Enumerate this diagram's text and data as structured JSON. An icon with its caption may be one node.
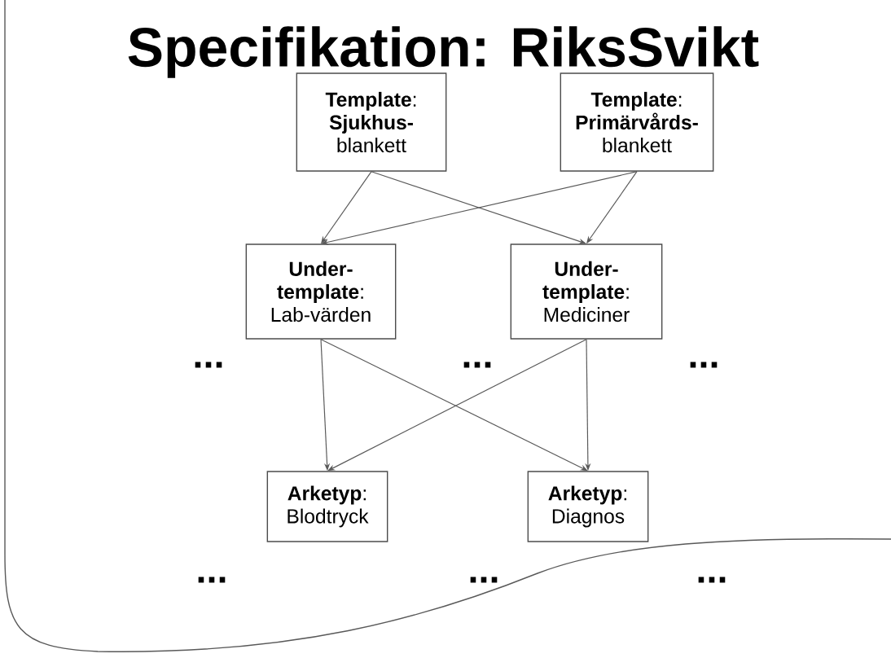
{
  "diagram": {
    "title": "Specifikation: RiksSvikt",
    "nodes": [
      {
        "text": [
          "**Template**:",
          "**Sjukhus-** blankett"
        ]
      },
      {
        "text": [
          "**Template**:",
          "**Primärvårds-** blankett"
        ]
      },
      {
        "text": [
          "**Under- template**:",
          "Lab-värden"
        ]
      },
      {
        "text": [
          "**Under- template**:",
          "Mediciner"
        ]
      },
      {
        "text": [
          "**Arketyp**:",
          "Blodtryck"
        ]
      },
      {
        "text": [
          "**Arketyp**:",
          "Diagnos"
        ]
      }
    ],
    "edges": [
      {
        "from": 0,
        "to": 2,
        "arrow": "to"
      },
      {
        "from": 0,
        "to": 3,
        "arrow": "to"
      },
      {
        "from": 1,
        "to": 2,
        "arrow": "to"
      },
      {
        "from": 1,
        "to": 3,
        "arrow": "to"
      },
      {
        "from": 2,
        "to": 4,
        "arrow": "to"
      },
      {
        "from": 2,
        "to": 5,
        "arrow": "to"
      },
      {
        "from": 3,
        "to": 4,
        "arrow": "to"
      },
      {
        "from": 3,
        "to": 5,
        "arrow": "to"
      }
    ],
    "labels": [
      "...",
      "...",
      "...",
      "...",
      "...",
      "..."
    ]
  }
}
